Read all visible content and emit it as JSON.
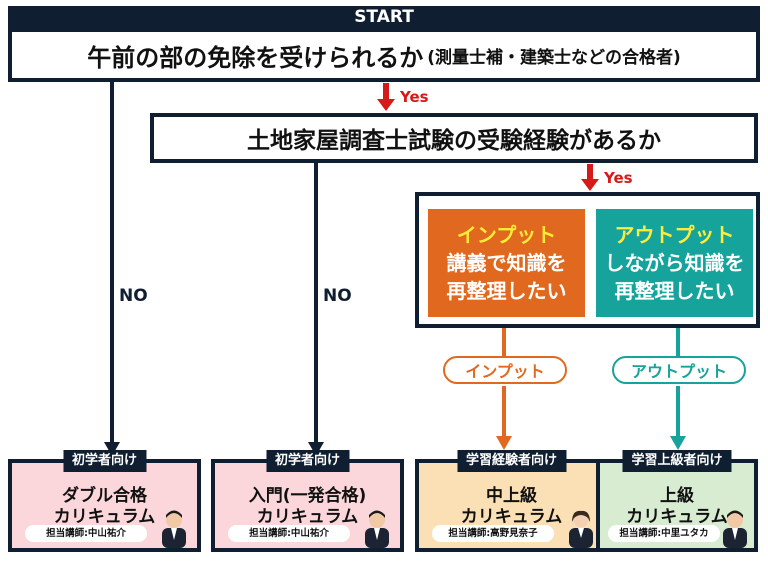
{
  "start": "START",
  "q1": {
    "main": "午前の部の免除を受けられるか",
    "sub": "(測量士補・建築士などの合格者)"
  },
  "q2": "土地家屋調査士試験の受験経験があるか",
  "yes_label": "Yes",
  "no_label": "NO",
  "options": {
    "input": {
      "highlight": "インプット",
      "line1": "講義で知識を",
      "line2": "再整理したい"
    },
    "output": {
      "highlight": "アウトプット",
      "line1": "しながら知識を",
      "line2": "再整理したい"
    }
  },
  "pills": {
    "input": "インプット",
    "output": "アウトプット"
  },
  "cards": [
    {
      "tag": "初学者向け",
      "line1": "ダブル合格",
      "line2": "カリキュラム",
      "teacher": "担当講師:中山祐介"
    },
    {
      "tag": "初学者向け",
      "line1": "入門(一発合格)",
      "line2": "カリキュラム",
      "teacher": "担当講師:中山祐介"
    },
    {
      "tag": "学習経験者向け",
      "line1": "中上級",
      "line2": "カリキュラム",
      "teacher": "担当講師:高野見奈子"
    },
    {
      "tag": "学習上級者向け",
      "line1": "上級",
      "line2": "カリキュラム",
      "teacher": "担当講師:中里ユタカ"
    }
  ],
  "colors": {
    "navy": "#0f1e30",
    "red": "#d61a1a",
    "orange": "#e0691f",
    "teal": "#15a39b",
    "pink": "#fbd7dc",
    "peach": "#fce0b5",
    "green": "#d8ecd2"
  }
}
